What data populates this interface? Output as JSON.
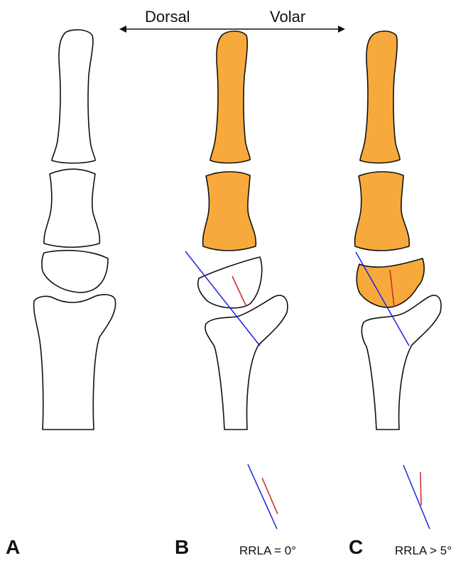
{
  "direction": {
    "left": "Dorsal",
    "right": "Volar"
  },
  "panels": [
    {
      "letter": "A",
      "measurement": ""
    },
    {
      "letter": "B",
      "measurement": "RRLA = 0°"
    },
    {
      "letter": "C",
      "measurement": "RRLA > 5°"
    }
  ],
  "colors": {
    "highlighted_bone": "#F7AA3B",
    "plain_bone": "#FFFFFF",
    "outline": "#111111",
    "reference_line": "#1A24E0",
    "lunula_line": "#C8262B"
  }
}
